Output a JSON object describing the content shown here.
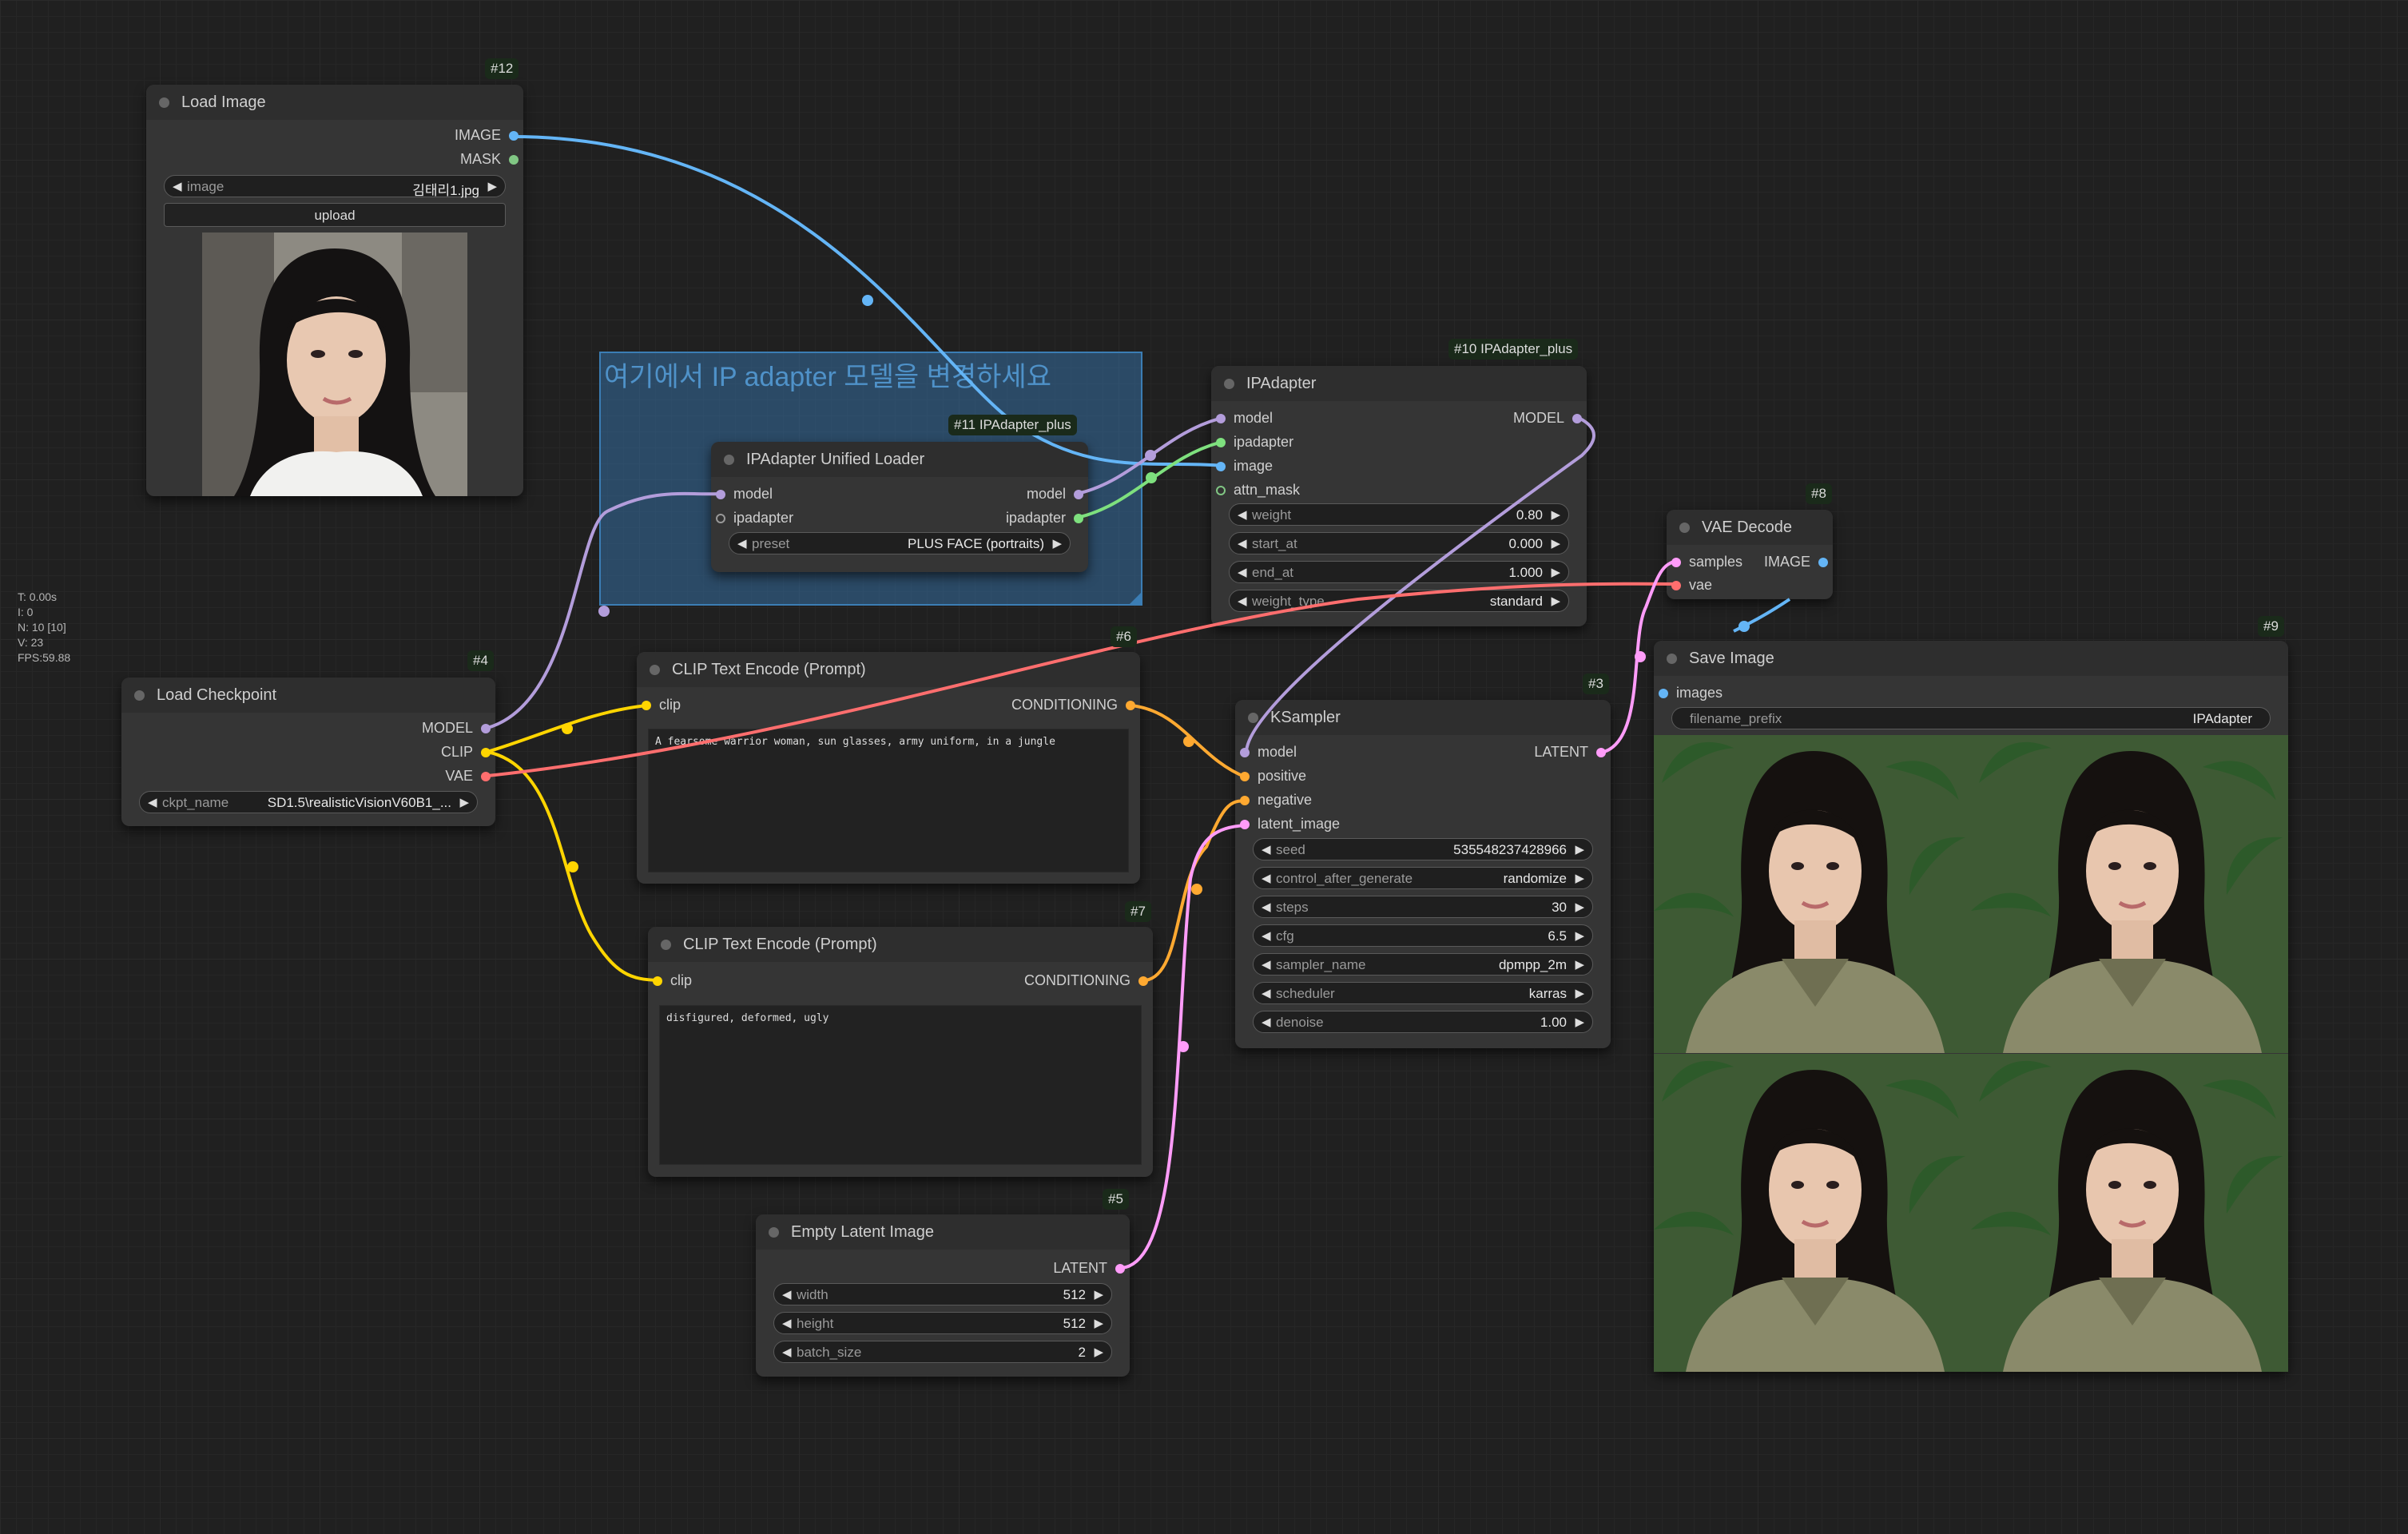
{
  "stats": {
    "lines": [
      "T: 0.00s",
      "I: 0",
      "N: 10 [10]",
      "V: 23",
      "FPS:59.88"
    ]
  },
  "group": {
    "title": "여기에서 IP adapter 모델을 변경하세요"
  },
  "colors": {
    "model": "#b39ddb",
    "clip": "#ffd500",
    "vae": "#ff6e6e",
    "image": "#64b5f6",
    "conditioning": "#ffa931",
    "latent": "#ff9cf9",
    "ipadapter": "#7ee07e",
    "mask": "#81c784"
  },
  "nodes": {
    "load_image": {
      "id": "#12",
      "title": "Load Image",
      "outputs": [
        "IMAGE",
        "MASK"
      ],
      "widget": {
        "label": "image",
        "value": "김태리1.jpg"
      },
      "upload_label": "upload"
    },
    "ipadapter_loader": {
      "id": "#11 IPAdapter_plus",
      "title": "IPAdapter Unified Loader",
      "inputs": [
        "model",
        "ipadapter"
      ],
      "outputs": [
        "model",
        "ipadapter"
      ],
      "widget": {
        "label": "preset",
        "value": "PLUS FACE (portraits)"
      }
    },
    "ipadapter": {
      "id": "#10 IPAdapter_plus",
      "title": "IPAdapter",
      "inputs": [
        "model",
        "ipadapter",
        "image",
        "attn_mask"
      ],
      "outputs": [
        "MODEL"
      ],
      "widgets": [
        {
          "label": "weight",
          "value": "0.80"
        },
        {
          "label": "start_at",
          "value": "0.000"
        },
        {
          "label": "end_at",
          "value": "1.000"
        },
        {
          "label": "weight_type",
          "value": "standard"
        }
      ]
    },
    "vae_decode": {
      "id": "#8",
      "title": "VAE Decode",
      "inputs": [
        "samples",
        "vae"
      ],
      "outputs": [
        "IMAGE"
      ]
    },
    "save_image": {
      "id": "#9",
      "title": "Save Image",
      "inputs": [
        "images"
      ],
      "widget": {
        "label": "filename_prefix",
        "value": "IPAdapter"
      }
    },
    "load_checkpoint": {
      "id": "#4",
      "title": "Load Checkpoint",
      "outputs": [
        "MODEL",
        "CLIP",
        "VAE"
      ],
      "widget": {
        "label": "ckpt_name",
        "value": "SD1.5\\realisticVisionV60B1_..."
      }
    },
    "clip_pos": {
      "id": "#6",
      "title": "CLIP Text Encode (Prompt)",
      "inputs": [
        "clip"
      ],
      "outputs": [
        "CONDITIONING"
      ],
      "text": "A fearsome warrior woman, sun glasses, army uniform, in a jungle"
    },
    "clip_neg": {
      "id": "#7",
      "title": "CLIP Text Encode (Prompt)",
      "inputs": [
        "clip"
      ],
      "outputs": [
        "CONDITIONING"
      ],
      "text": "disfigured, deformed, ugly"
    },
    "ksampler": {
      "id": "#3",
      "title": "KSampler",
      "inputs": [
        "model",
        "positive",
        "negative",
        "latent_image"
      ],
      "outputs": [
        "LATENT"
      ],
      "widgets": [
        {
          "label": "seed",
          "value": "535548237428966"
        },
        {
          "label": "control_after_generate",
          "value": "randomize"
        },
        {
          "label": "steps",
          "value": "30"
        },
        {
          "label": "cfg",
          "value": "6.5"
        },
        {
          "label": "sampler_name",
          "value": "dpmpp_2m"
        },
        {
          "label": "scheduler",
          "value": "karras"
        },
        {
          "label": "denoise",
          "value": "1.00"
        }
      ]
    },
    "empty_latent": {
      "id": "#5",
      "title": "Empty Latent Image",
      "outputs": [
        "LATENT"
      ],
      "widgets": [
        {
          "label": "width",
          "value": "512"
        },
        {
          "label": "height",
          "value": "512"
        },
        {
          "label": "batch_size",
          "value": "2"
        }
      ]
    }
  }
}
